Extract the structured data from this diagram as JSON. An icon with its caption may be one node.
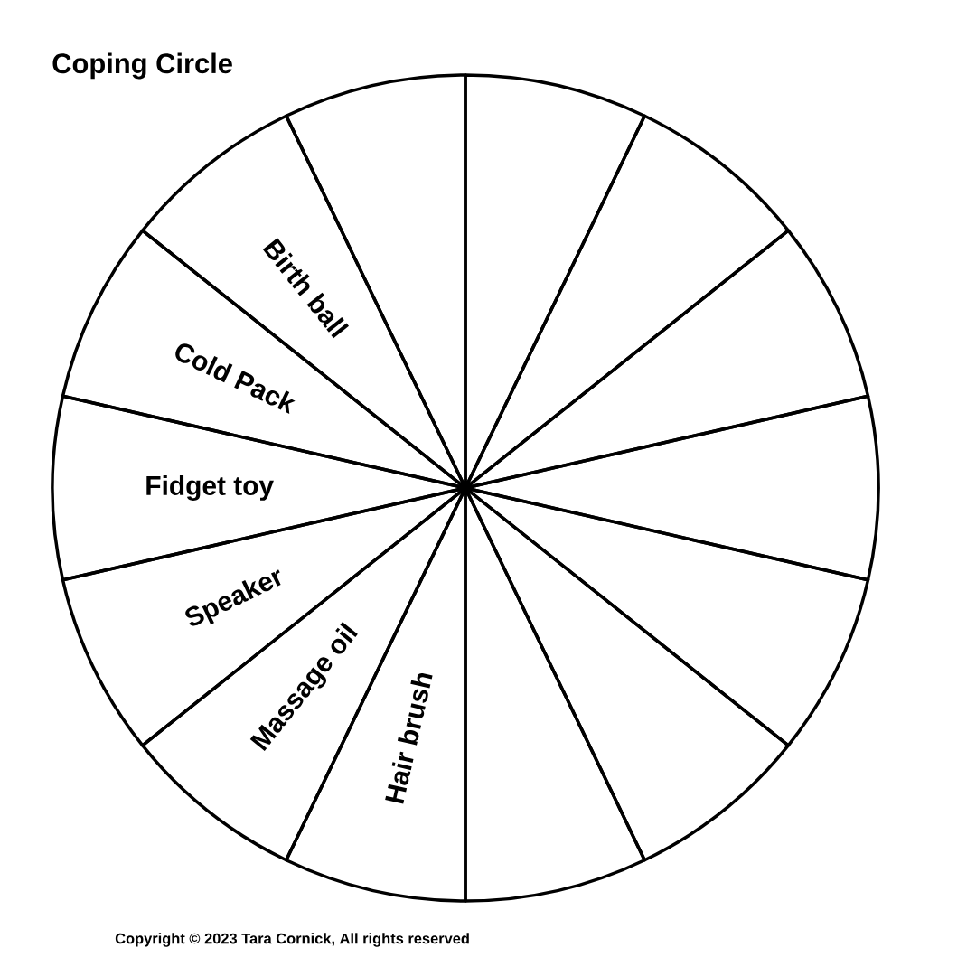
{
  "diagram": {
    "title": "Coping Circle",
    "nodes": [
      {
        "text": [],
        "shape": "sector"
      },
      {
        "text": [
          "Birth ball"
        ]
      },
      {
        "text": [
          "Cold Pack"
        ]
      },
      {
        "text": [
          "Fidget toy"
        ]
      },
      {
        "text": [
          "Speaker"
        ]
      },
      {
        "text": [
          "Massage oil"
        ]
      },
      {
        "text": [
          "Hair brush"
        ]
      },
      {
        "text": [],
        "shape": "sector"
      },
      {
        "text": [],
        "shape": "sector"
      },
      {
        "text": [],
        "shape": "sector"
      },
      {
        "text": [],
        "shape": "sector"
      },
      {
        "text": [],
        "shape": "sector"
      },
      {
        "text": [],
        "shape": "sector"
      },
      {
        "text": [],
        "shape": "sector"
      }
    ],
    "labels": [
      "Copyright © 2023 Tara Cornick, All rights reserved"
    ]
  }
}
